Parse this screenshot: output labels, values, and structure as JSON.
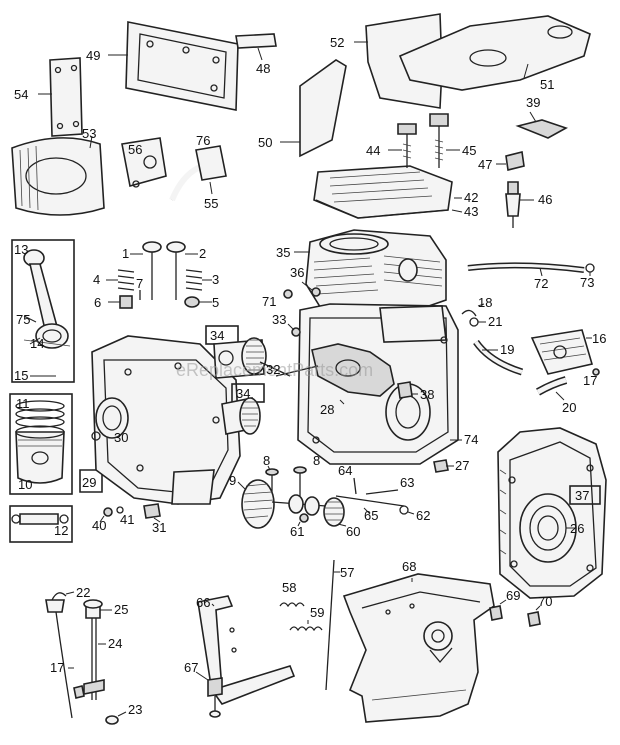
{
  "diagram": {
    "watermark": "eReplacementParts.com",
    "callouts": [
      "1",
      "2",
      "3",
      "4",
      "5",
      "6",
      "7",
      "8",
      "8",
      "9",
      "10",
      "11",
      "12",
      "13",
      "14",
      "15",
      "16",
      "17",
      "17",
      "18",
      "19",
      "20",
      "21",
      "22",
      "23",
      "24",
      "25",
      "26",
      "27",
      "28",
      "29",
      "30",
      "31",
      "32",
      "33",
      "34",
      "34",
      "35",
      "36",
      "37",
      "38",
      "39",
      "40",
      "41",
      "42",
      "43",
      "44",
      "45",
      "46",
      "47",
      "48",
      "49",
      "50",
      "51",
      "52",
      "53",
      "54",
      "55",
      "56",
      "57",
      "58",
      "59",
      "60",
      "61",
      "62",
      "63",
      "64",
      "65",
      "66",
      "67",
      "68",
      "69",
      "70",
      "71",
      "72",
      "73",
      "74",
      "75",
      "76"
    ]
  }
}
